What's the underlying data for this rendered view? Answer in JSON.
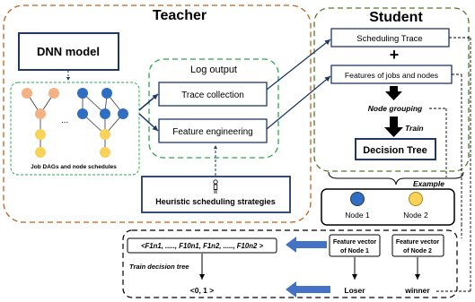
{
  "teacher": {
    "title": "Teacher",
    "dnn_model": "DNN model",
    "dag_caption": "Job DAGs and node schedules",
    "dag_ellipsis": "...",
    "log_output": "Log output",
    "trace_collection": "Trace collection",
    "feature_engineering": "Feature engineering",
    "heuristic": "Heuristic scheduling strategies"
  },
  "student": {
    "title": "Student",
    "scheduling_trace": "Scheduling Trace",
    "plus": "+",
    "features": "Features of jobs and nodes",
    "node_grouping": "Node grouping",
    "train": "Train",
    "decision_tree": "Decision Tree"
  },
  "example": {
    "label": "Example",
    "node1": "Node 1",
    "node2": "Node 2"
  },
  "bottom": {
    "feature_vector_formula": "<F1n1, ....., F10n1, F1n2, ....., F10n2 >",
    "train_decision_tree": "Train decision tree",
    "output": "<0, 1 >",
    "fv_node1_line1": "Feature vector",
    "fv_node1_line2": "of Node 1",
    "fv_node2_line1": "Feature vector",
    "fv_node2_line2": "of Node 2",
    "loser": "Loser",
    "winner": "winner"
  },
  "colors": {
    "teacher": "#c0601a",
    "student": "#4e7a2a",
    "green_dash": "#2aa84e",
    "navy": "#1f3864",
    "arrow_blue": "#4472c4",
    "node_orange": "#f4b183",
    "node_blue": "#2f6ec0",
    "node_yellow": "#f7d35a"
  }
}
